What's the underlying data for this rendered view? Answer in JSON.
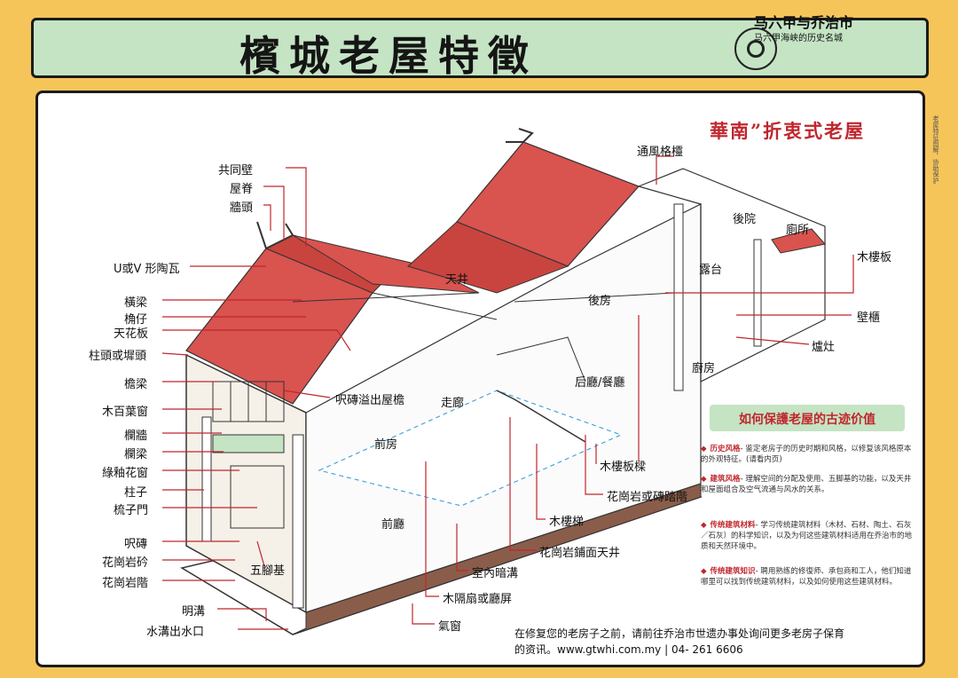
{
  "title": "檳城老屋特徵",
  "logo": {
    "title": "马六甲与乔治市",
    "subtitle": "马六甲海峡的历史名城"
  },
  "side_note": "老屋特征图解，协助保护",
  "subtitle": "華南”折衷式老屋",
  "labels": {
    "gongtongbi": "共同壁",
    "wuji": "屋脊",
    "qiangtou": "牆頭",
    "uvwa": "U或V 形陶瓦",
    "hengliang": "橫梁",
    "jiaozi": "桷仔",
    "tianhuaban": "天花板",
    "zhutou": "柱頭或墀頭",
    "yanliang": "檐梁",
    "baiye": "木百葉窗",
    "lanqiang": "欄牆",
    "lanliang": "欄梁",
    "lvyou": "綠釉花窗",
    "zhuzi": "柱子",
    "shuzimen": "梳子門",
    "zhuan": "呎磚",
    "huagangyanqi": "花崗岩砛",
    "huagangyanjie": "花崗岩階",
    "mingguo": "明溝",
    "shuigou": "水溝出水口",
    "wujiaoji": "五腳基",
    "zhuanyan": "呎磚溢出屋檐",
    "tianjing": "天井",
    "zoulang": "走廊",
    "qianfang": "前房",
    "qianting": "前廳",
    "houfang": "後房",
    "houting": "后廳/餐廳",
    "tongfeng": "通風格欞",
    "houyuan": "後院",
    "chusuo": "廁所",
    "lutai": "露台",
    "chufang": "廚房",
    "muloubanR": "木樓板",
    "bigui": "壁櫃",
    "luzao": "爐灶",
    "mulouliang": "木樓板樑",
    "tabu": "花崗岩或磚踏階",
    "muloti": "木樓梯",
    "tianjingpu": "花崗岩鋪面天井",
    "angou": "室內暗溝",
    "pingfeng": "木隔扇或廳屏",
    "qichuang": "氣窗"
  },
  "info": {
    "title": "如何保護老屋的古迹价值",
    "items": [
      {
        "key": "历史风格",
        "text": "- 鉴定老房子的历史时期和风格，以修复该风格原本的外观特征。(请看内页)"
      },
      {
        "key": "建筑风格",
        "text": "- 理解空间的分配及使用、五脚基的功能，以及天井和屋面组合及空气流通与风水的关系。"
      },
      {
        "key": "传统建筑材料",
        "text": "- 学习传统建筑材料（木材、石材、陶土、石灰／石灰）的科学知识，以及为何这些建筑材料适用在乔治市的地质和天然环境中。"
      },
      {
        "key": "传统建筑知识",
        "text": "- 聘用熟练的修復师、承包商和工人，他们知道哪里可以找到传统建筑材料，以及如何使用这些建筑材料。"
      }
    ]
  },
  "footer": {
    "line1": "在修复您的老房子之前，请前往乔治市世遗办事处询问更多老房子保育",
    "line2": "的资讯。www.gtwhi.com.my | 04- 261 6606"
  },
  "colors": {
    "background": "#f6c55a",
    "banner": "#c5e4c4",
    "roof": "#d9534f",
    "accent": "#c0262d"
  }
}
